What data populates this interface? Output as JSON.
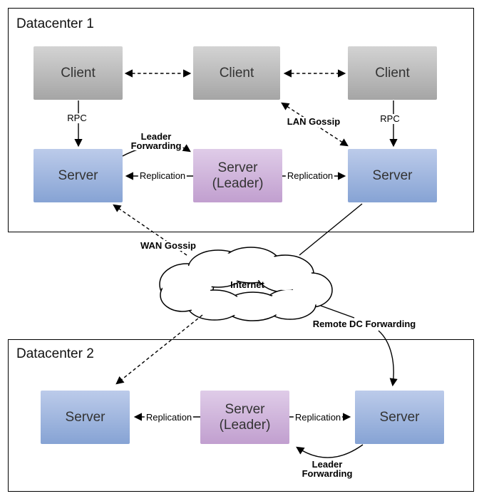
{
  "colors": {
    "client_top": "#d3d3d3",
    "client_bottom": "#a5a5a5",
    "server_top": "#bccbea",
    "server_bottom": "#86a3d4",
    "leader_top": "#dfcce8",
    "leader_bottom": "#c19fcf",
    "line": "#000000",
    "node_text": "#333333",
    "frame": "#000000"
  },
  "dc1": {
    "title": "Datacenter 1",
    "clients": [
      "Client",
      "Client",
      "Client"
    ],
    "server_left": "Server",
    "server_right": "Server",
    "leader": {
      "line1": "Server",
      "line2": "(Leader)"
    }
  },
  "dc2": {
    "title": "Datacenter 2",
    "server_left": "Server",
    "server_right": "Server",
    "leader": {
      "line1": "Server",
      "line2": "(Leader)"
    }
  },
  "cloud": {
    "label": "Internet"
  },
  "edge_labels": {
    "rpc_left": "RPC",
    "rpc_right": "RPC",
    "lan_gossip": "LAN Gossip",
    "leader_forwarding_dc1": {
      "line1": "Leader",
      "line2": "Forwarding"
    },
    "replication_dc1_left": "Replication",
    "replication_dc1_right": "Replication",
    "wan_gossip": "WAN Gossip",
    "remote_dc_forwarding": "Remote DC Forwarding",
    "replication_dc2_left": "Replication",
    "replication_dc2_right": "Replication",
    "leader_forwarding_dc2": {
      "line1": "Leader",
      "line2": "Forwarding"
    }
  }
}
